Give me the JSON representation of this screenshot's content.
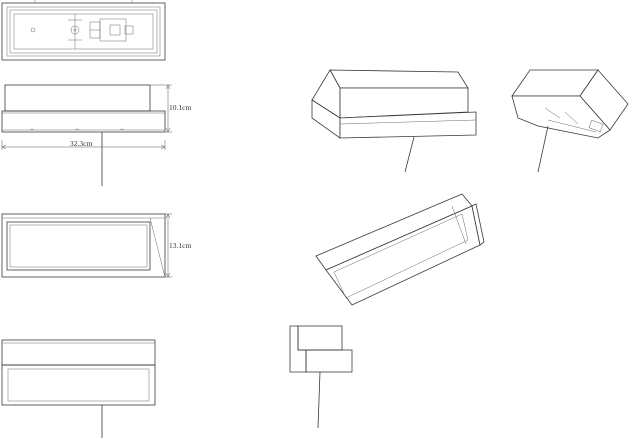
{
  "dimensions": {
    "height": "10.1cm",
    "width": "32.3cm",
    "depth": "13.1cm"
  }
}
